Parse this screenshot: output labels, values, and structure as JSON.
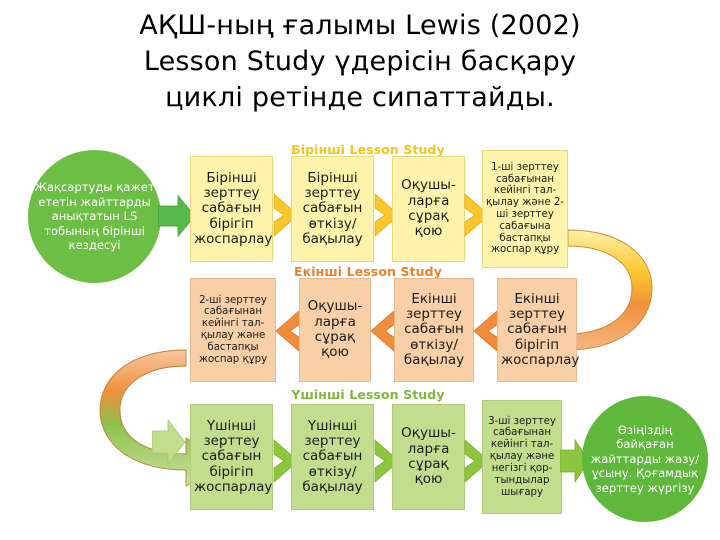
{
  "title": {
    "lines": [
      "АҚШ-ның ғалымы Lewis (2002)",
      "Lesson Study үдерісін басқару",
      "циклі ретінде сипаттайды."
    ]
  },
  "colors": {
    "title_text": "#000000",
    "band1": "#f5c518",
    "band2": "#e8822a",
    "band3": "#7db93b",
    "box1_fill": "#fdf3ab",
    "box2_fill": "#f8cfa6",
    "box3_fill": "#c3dd8e",
    "circle_fill": "#6cbe45",
    "arrow1": "#fbc62c",
    "arrow2": "#f08c3a",
    "arrow3": "#a8cf6a"
  },
  "start_node": {
    "label": "Жақсартуды қажет ететін жайттарды анықтатын LS тобының бірінші кездесуі"
  },
  "end_node": {
    "label": "Өзіңіздің байқаған жайттарды жазу/ұсыну. Қоғамдық зерттеу жүргізу"
  },
  "bands": [
    {
      "header": "Бірінші Lesson Study",
      "direction": "left-to-right",
      "steps": [
        {
          "label": "Бірінші зерттеу сабағын бірігіп жоспарлау",
          "size": "big"
        },
        {
          "label": "Бірінші зерттеу сабағын өткізу/ бақылау",
          "size": "big"
        },
        {
          "label": "Оқушы- ларға сұрақ қою",
          "size": "big"
        },
        {
          "label": "1-ші зерттеу сабағынан кейінгі тал- қылау және 2-ші зерттеу сабағына бастапқы жоспар құру",
          "size": "small"
        }
      ]
    },
    {
      "header": "Екінші Lesson Study",
      "direction": "right-to-left",
      "steps": [
        {
          "label": "2-ші зерттеу сабағынан кейінгі тал- қылау және бастапқы жоспар құру",
          "size": "small"
        },
        {
          "label": "Оқушы- ларға сұрақ қою",
          "size": "big"
        },
        {
          "label": "Екінші зерттеу сабағын өткізу/ бақылау",
          "size": "big"
        },
        {
          "label": "Екінші зерттеу сабағын бірігіп жоспарлау",
          "size": "big"
        }
      ]
    },
    {
      "header": "Үшінші Lesson Study",
      "direction": "left-to-right",
      "steps": [
        {
          "label": "Үшінші зерттеу сабағын бірігіп жоспарлау",
          "size": "big"
        },
        {
          "label": "Үшінші зерттеу сабағын өткізу/ бақылау",
          "size": "big"
        },
        {
          "label": "Оқушы- ларға сұрақ қою",
          "size": "big"
        },
        {
          "label": "3-ші зерттеу сабағынан кейінгі тал- қылау және негізгі қор- тындылар шығару",
          "size": "small"
        }
      ]
    }
  ]
}
